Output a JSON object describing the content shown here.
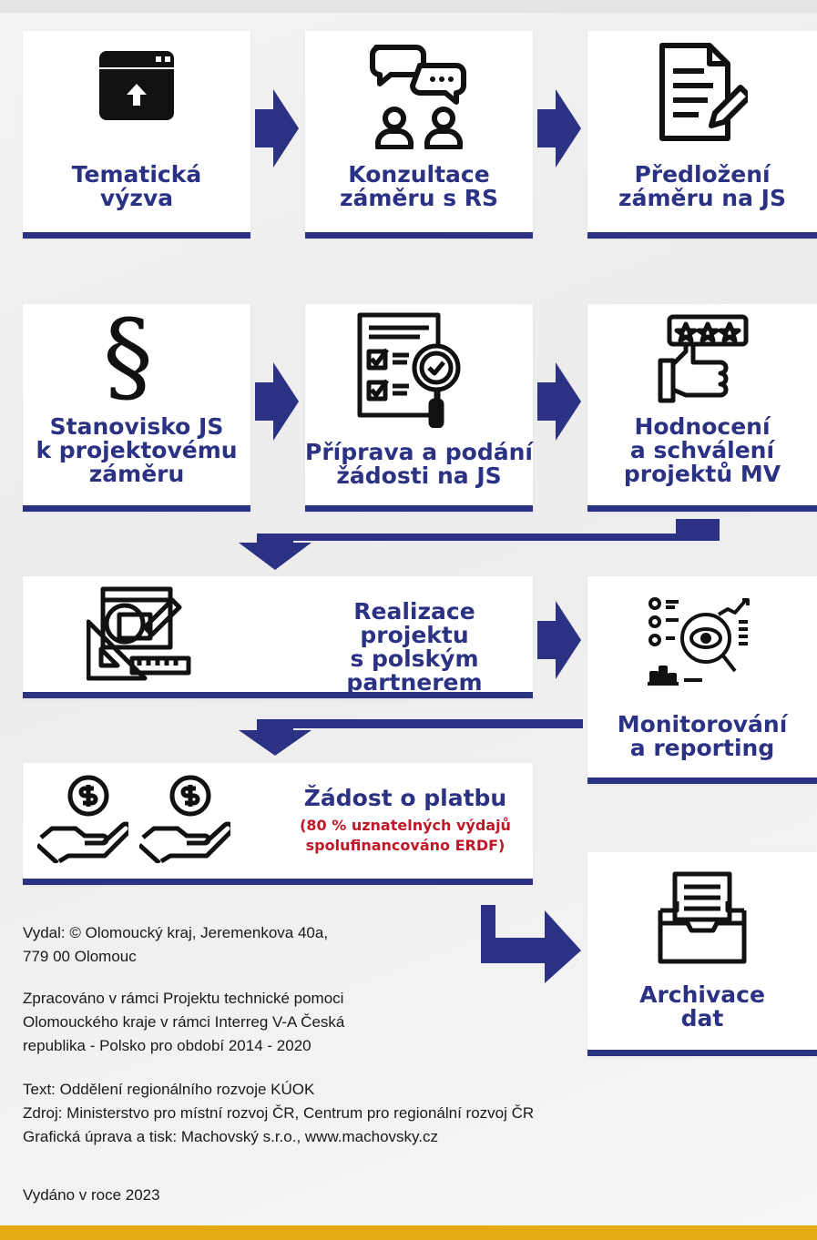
{
  "steps": [
    {
      "id": "tematicka",
      "lines": [
        "Tematická",
        "výzva"
      ],
      "icon": "browser-upload-icon"
    },
    {
      "id": "konzultace",
      "lines": [
        "Konzultace",
        "záměru s RS"
      ],
      "icon": "chat-people-icon"
    },
    {
      "id": "predlozeni",
      "lines": [
        "Předložení",
        "záměru na JS"
      ],
      "icon": "document-pen-icon"
    },
    {
      "id": "stanovisko",
      "lines": [
        "Stanovisko JS",
        "k projektovému",
        "záměru"
      ],
      "icon": "paragraph-icon"
    },
    {
      "id": "priprava",
      "lines": [
        "Příprava a podání",
        "žádosti na JS"
      ],
      "icon": "checklist-magnifier-icon"
    },
    {
      "id": "hodnoceni",
      "lines": [
        "Hodnocení",
        "a schválení",
        "projektů MV"
      ],
      "icon": "thumbs-up-stars-icon"
    },
    {
      "id": "realizace",
      "lines": [
        "Realizace projektu",
        "s polským",
        "partnerem"
      ],
      "icon": "design-tools-icon"
    },
    {
      "id": "monitorovani",
      "lines": [
        "Monitorování",
        "a reporting"
      ],
      "icon": "eye-analytics-icon"
    },
    {
      "id": "zadost",
      "lines": [
        "Žádost o platbu"
      ],
      "note_lines": [
        "(80 % uznatelných výdajů",
        "spolufinancováno ERDF)"
      ],
      "icon": "hand-coin-icon"
    },
    {
      "id": "archivace",
      "lines": [
        "Archivace",
        "dat"
      ],
      "icon": "archive-box-icon"
    }
  ],
  "footer": {
    "publisher": [
      "Vydal: © Olomoucký kraj, Jeremenkova 40a,",
      "779 00 Olomouc"
    ],
    "project": [
      "Zpracováno v rámci Projektu technické pomoci",
      "Olomouckého kraje v rámci Interreg V-A Česká",
      "republika - Polsko pro období 2014 - 2020"
    ],
    "credits": [
      "Text: Oddělení regionálního rozvoje KÚOK",
      "Zdroj: Ministerstvo pro místní rozvoj ČR, Centrum pro regionální rozvoj ČR",
      "Grafická úprava a tisk: Machovský s.r.o., www.machovsky.cz"
    ],
    "year": "Vydáno v roce 2023"
  },
  "colors": {
    "navy": "#2b3183",
    "red": "#c01828",
    "gold": "#e3aa12"
  }
}
